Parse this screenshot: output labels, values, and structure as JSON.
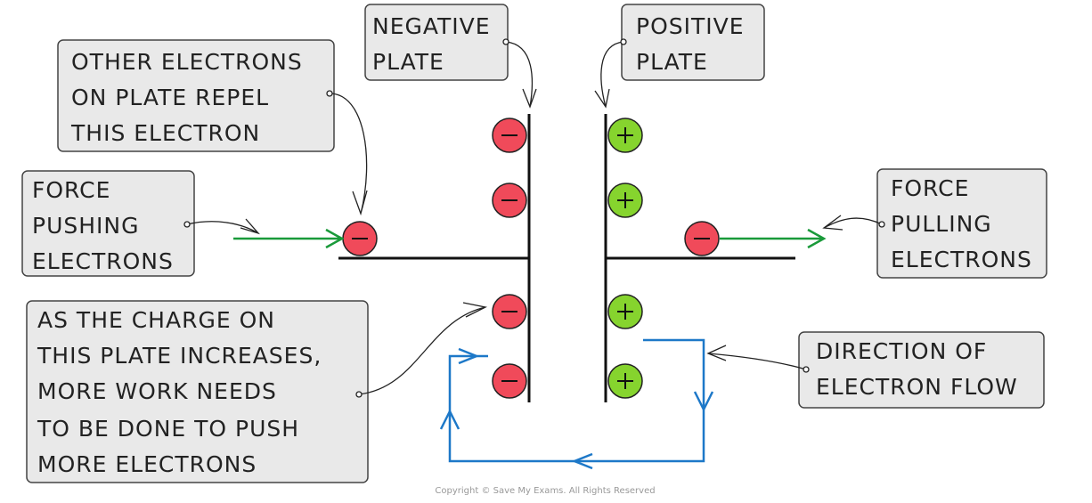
{
  "labels": {
    "repel": [
      "OTHER ELECTRONS",
      "ON PLATE REPEL",
      "THIS ELECTRON"
    ],
    "negative_plate": [
      "NEGATIVE",
      "PLATE"
    ],
    "positive_plate": [
      "POSITIVE",
      "PLATE"
    ],
    "pushing": [
      "FORCE",
      "PUSHING",
      "ELECTRONS"
    ],
    "pulling": [
      "FORCE",
      "PULLING",
      "ELECTRONS"
    ],
    "charge": [
      "AS THE CHARGE ON",
      "THIS PLATE INCREASES,",
      "MORE WORK NEEDS",
      "TO BE DONE TO PUSH",
      "MORE ELECTRONS"
    ],
    "flow": [
      "DIRECTION OF",
      "ELECTRON FLOW"
    ]
  },
  "copyright": "Copyright © Save My Exams. All Rights Reserved",
  "colors": {
    "negative": "#f04a5a",
    "positive": "#86d42e",
    "force_arrow": "#1a9a3a",
    "electron_flow": "#1d78c8"
  }
}
